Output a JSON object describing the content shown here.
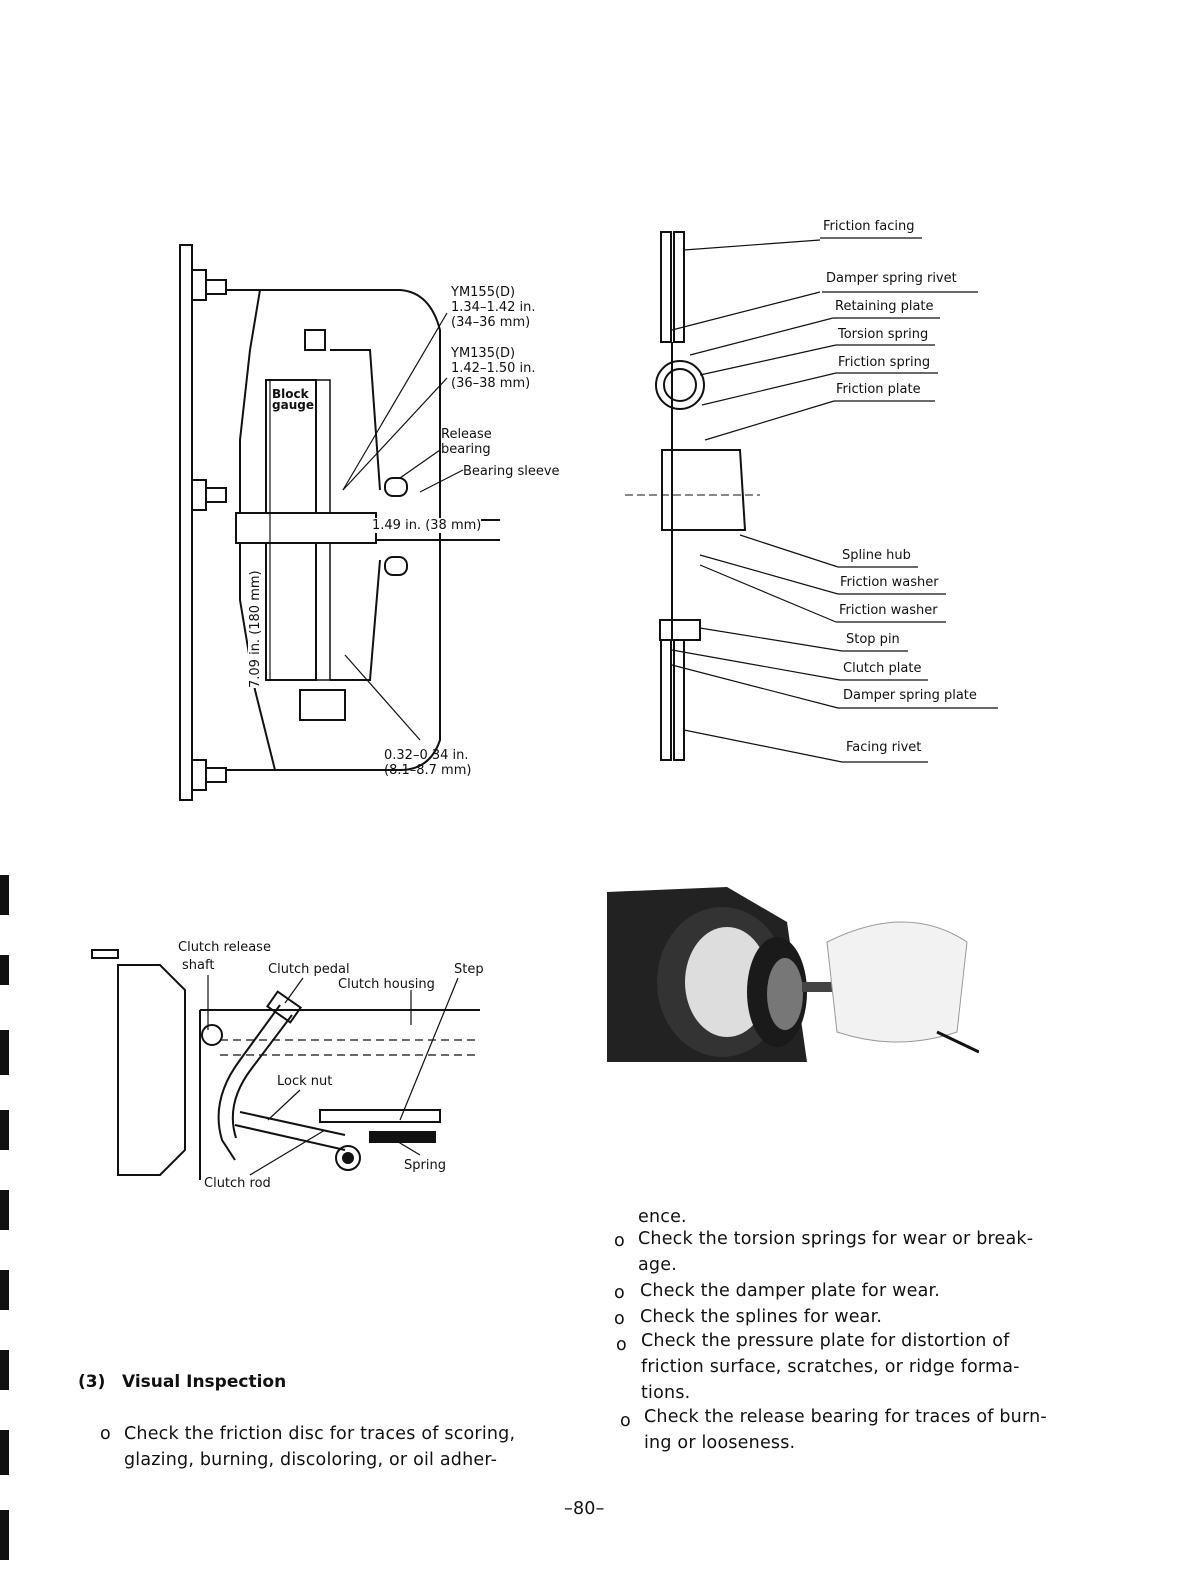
{
  "figure_clutch_adjustment": {
    "ym155_model": "YM155(D)",
    "ym155_in": "1.34–1.42 in.",
    "ym155_mm": "(34–36 mm)",
    "ym135_model": "YM135(D)",
    "ym135_in": "1.42–1.50 in.",
    "ym135_mm": "(36–38 mm)",
    "block_gauge_1": "Block",
    "block_gauge_2": "gauge",
    "release_bearing_1": "Release",
    "release_bearing_2": "bearing",
    "bearing_sleeve": "Bearing sleeve",
    "shaft_dim": "1.49 in. (38 mm)",
    "height_dim": "7.09 in. (180 mm)",
    "gap_in": "0.32–0.34 in.",
    "gap_mm": "(8.1–8.7 mm)"
  },
  "figure_clutch_disc": {
    "labels": [
      "Friction facing",
      "Damper spring rivet",
      "Retaining plate",
      "Torsion spring",
      "Friction spring",
      "Friction plate",
      "Spline hub",
      "Friction washer",
      "Friction washer",
      "Stop pin",
      "Clutch plate",
      "Damper spring plate",
      "Facing rivet"
    ]
  },
  "figure_pedal": {
    "release_shaft_1": "Clutch release",
    "release_shaft_2": "shaft",
    "clutch_pedal": "Clutch pedal",
    "clutch_housing": "Clutch housing",
    "step": "Step",
    "lock_nut": "Lock nut",
    "spring": "Spring",
    "clutch_rod": "Clutch rod"
  },
  "section": {
    "number": "(3)",
    "title": "Visual  Inspection"
  },
  "left_column": {
    "bullet": "o",
    "lines": [
      "Check the friction disc for traces of scoring,",
      "glazing,  burning,  discoloring,  or  oil  adher-"
    ]
  },
  "right_column": {
    "continuation": "ence.",
    "items": [
      {
        "lines": [
          "Check  the  torsion springs for wear or break-",
          "age."
        ]
      },
      {
        "lines": [
          "Check the damper plate for wear."
        ]
      },
      {
        "lines": [
          "Check the splines for wear."
        ]
      },
      {
        "lines": [
          "Check  the  pressure  plate  for  distortion  of",
          "friction  surface,  scratches,  or  ridge  forma-",
          "tions."
        ]
      },
      {
        "lines": [
          "Check the release bearing for traces of burn-",
          "ing or looseness."
        ]
      }
    ],
    "bullet": "o"
  },
  "page_number": "–80–"
}
